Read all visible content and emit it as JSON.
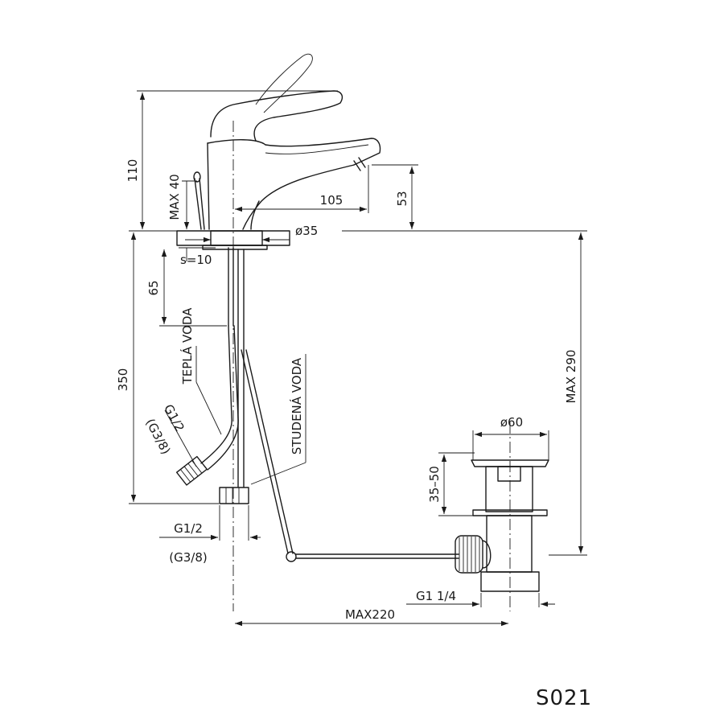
{
  "model_code": "S021",
  "dimensions": {
    "d110": "110",
    "max40": "MAX 40",
    "d105": "105",
    "d53": "53",
    "d35dia": "ø35",
    "s10": "s=10",
    "d65": "65",
    "d350": "350",
    "max290": "MAX 290",
    "d60dia": "ø60",
    "d3550": "35–50",
    "g12_left": "G1/2",
    "g38_left": "(G3/8)",
    "g12_bottom": "G1/2",
    "g38_bottom": "(G3/8)",
    "g114": "G1 1/4",
    "max220": "MAX220"
  },
  "labels": {
    "tepla_voda": "TEPLÁ VODA",
    "studena_voda": "STUDENÁ VODA"
  }
}
